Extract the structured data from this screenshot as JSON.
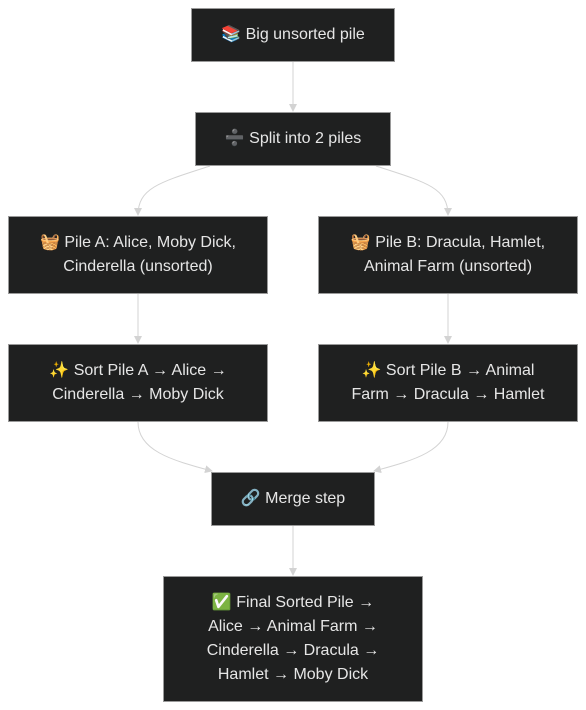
{
  "nodes": {
    "start": {
      "label": "📚 Big unsorted pile"
    },
    "split": {
      "label": "➗ Split into 2 piles"
    },
    "pile_a": {
      "label": "🧺 Pile A: Alice, Moby Dick, Cinderella (unsorted)"
    },
    "pile_b": {
      "label": "🧺 Pile B: Dracula, Hamlet, Animal Farm (unsorted)"
    },
    "sort_a": {
      "label": "✨ Sort Pile A → Alice → Cinderella → Moby Dick"
    },
    "sort_b": {
      "label": "✨ Sort Pile B → Animal Farm → Dracula → Hamlet"
    },
    "merge": {
      "label": "🔗 Merge step"
    },
    "final": {
      "label": "✅ Final Sorted Pile → Alice → Animal Farm → Cinderella → Dracula → Hamlet → Moby Dick"
    }
  },
  "colors": {
    "node_fill": "#1f2020",
    "node_border": "#9a9a9a",
    "node_text": "#e6e6e6",
    "edge": "#d3d3d3"
  }
}
